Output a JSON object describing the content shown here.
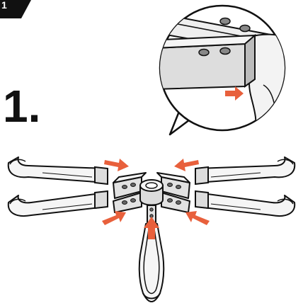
{
  "step": {
    "number": "1.",
    "corner_tab": "1"
  },
  "colors": {
    "arrow": "#E8603C",
    "ink": "#111111",
    "fill": "#f5f5f5",
    "shade": "#dddddd"
  },
  "icons": {
    "assembly_arrows": "orange-push-arrow",
    "detail": "magnifier-callout"
  }
}
